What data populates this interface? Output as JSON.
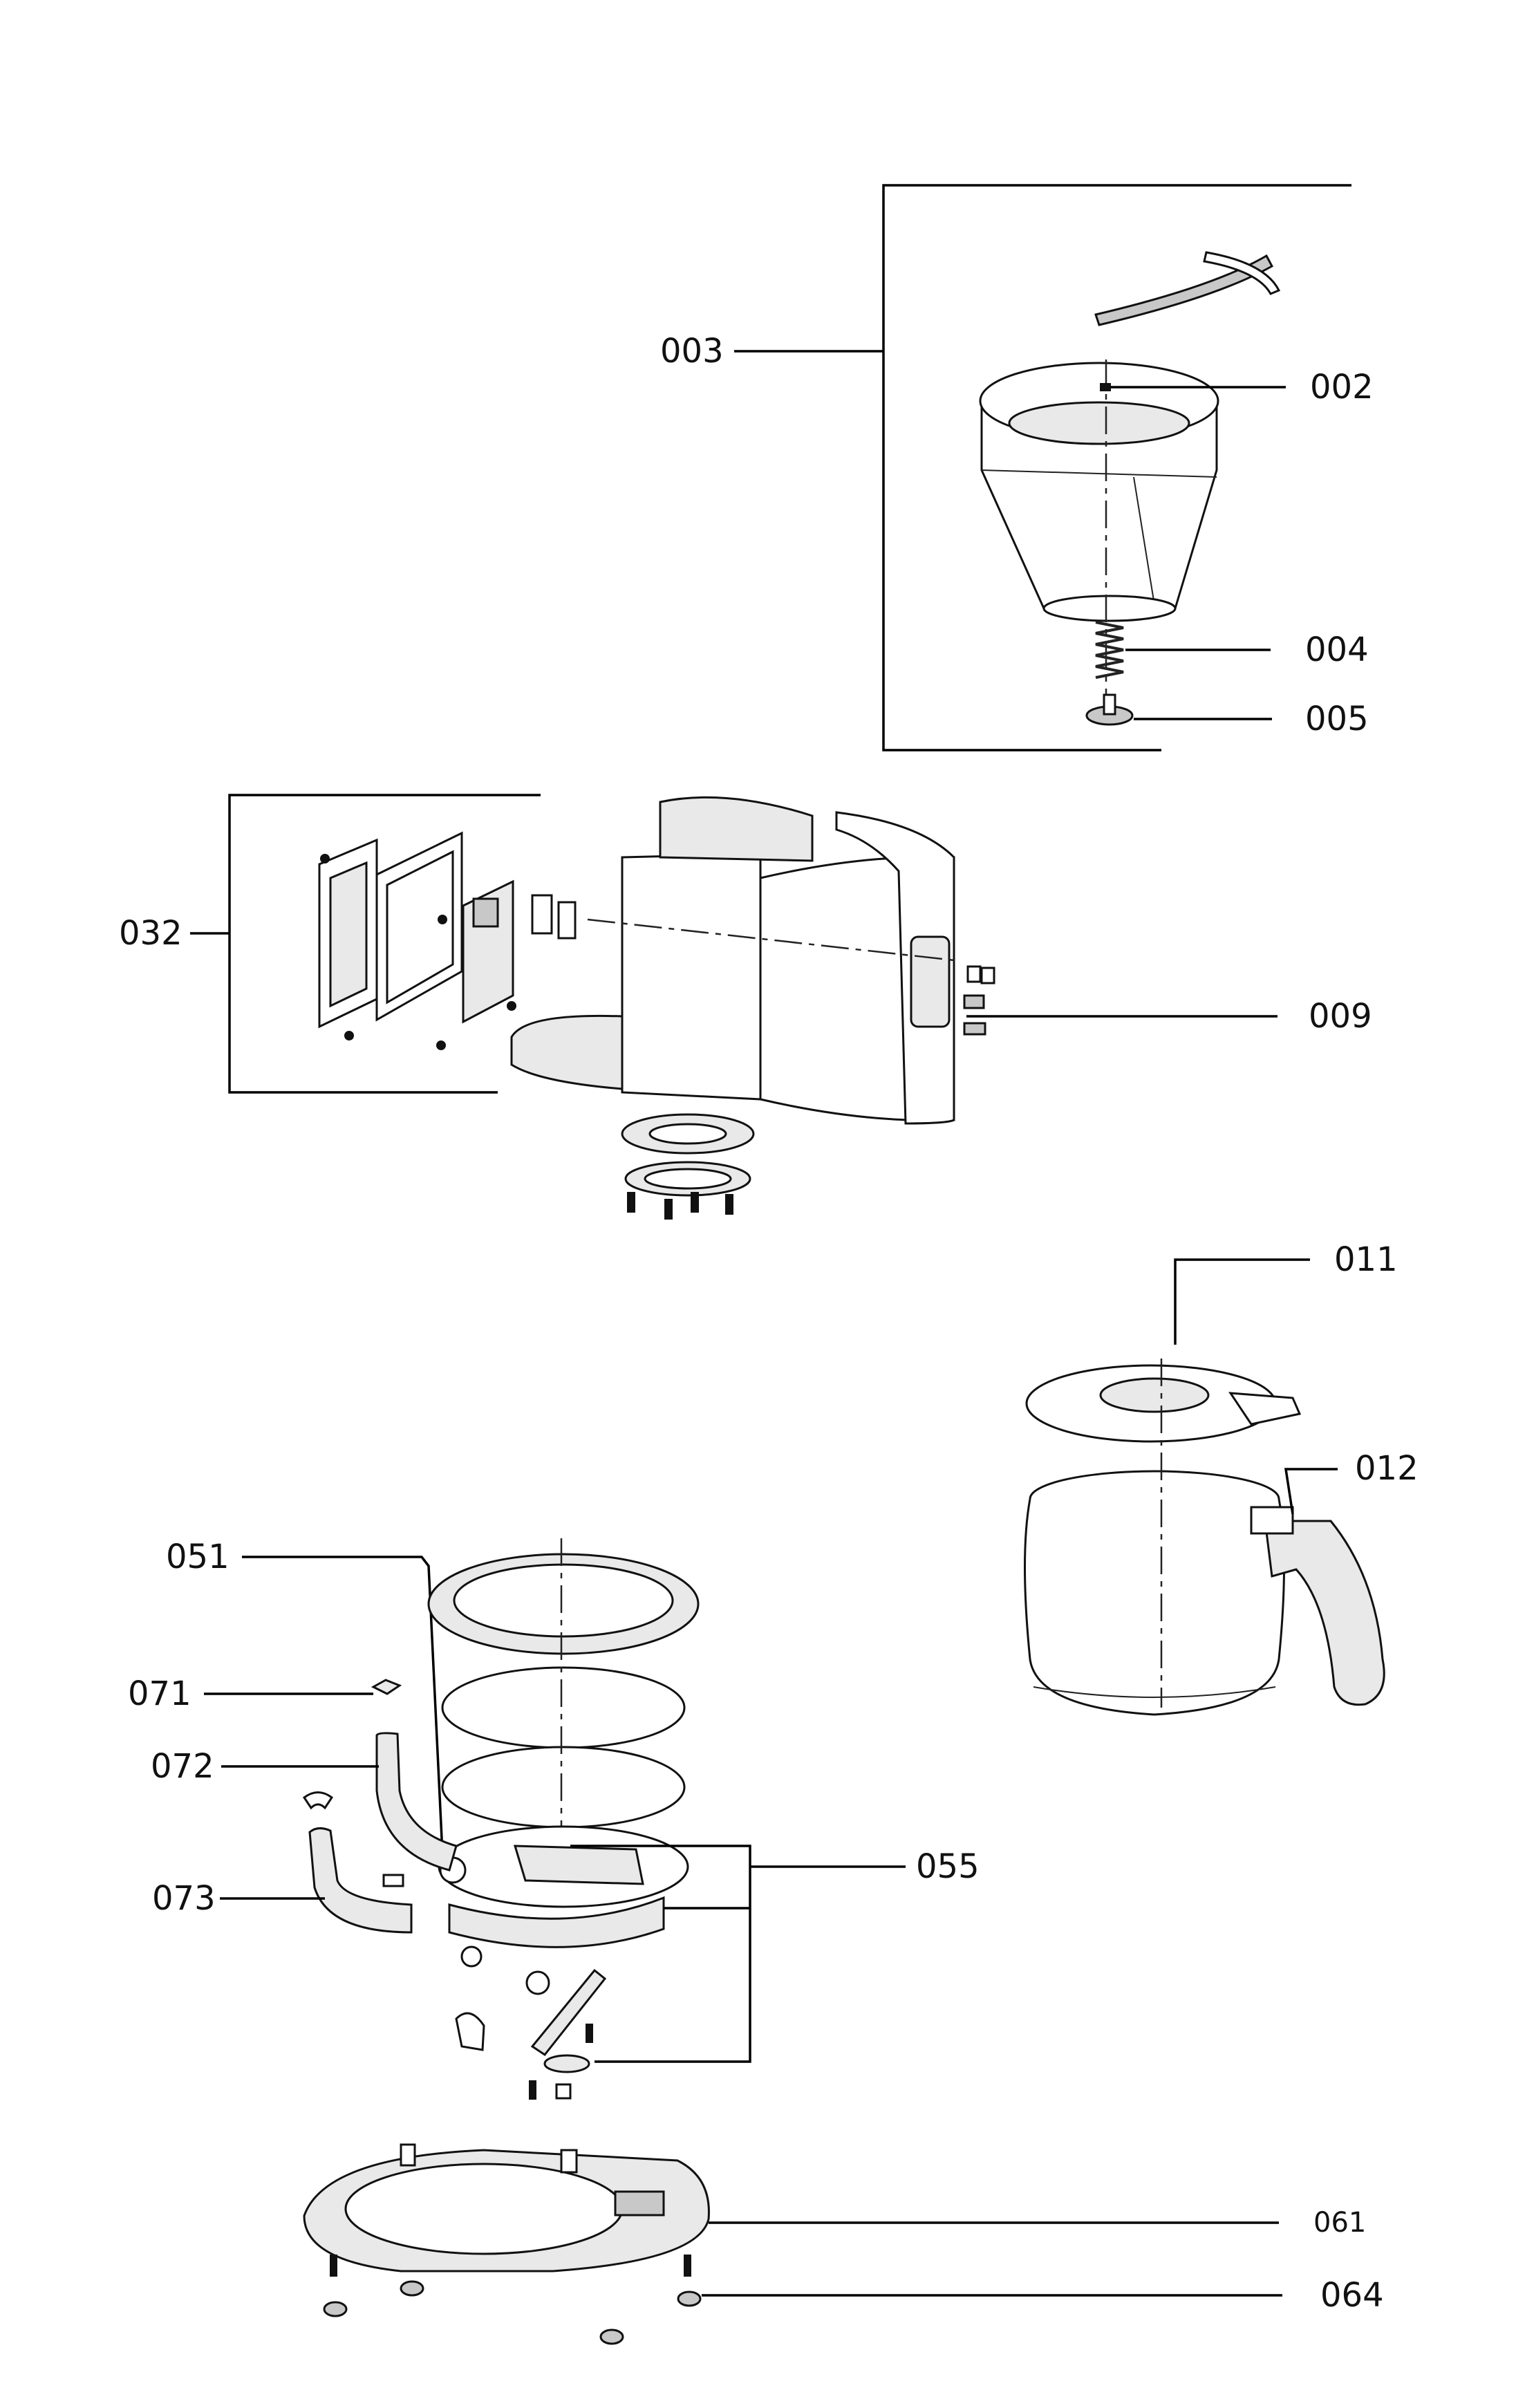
{
  "callouts": {
    "c003": "003",
    "c002": "002",
    "c004": "004",
    "c005": "005",
    "c032": "032",
    "c009": "009",
    "c011": "011",
    "c012": "012",
    "c051": "051",
    "c071": "071",
    "c072": "072",
    "c055": "055",
    "c073": "073",
    "c061": "061",
    "c064": "064"
  },
  "colors": {
    "line": "#000000",
    "fill_light": "#e9e9e9",
    "fill_dark": "#c8c8c8",
    "background": "#ffffff"
  }
}
